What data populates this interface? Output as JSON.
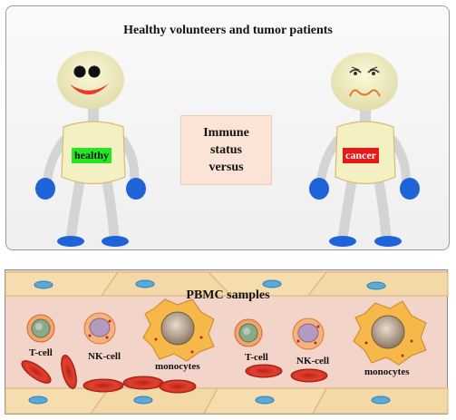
{
  "top": {
    "title": "Healthy volunteers and tumor patients",
    "center_lines": [
      "Immune",
      "status",
      "versus"
    ],
    "healthy_label": "healthy",
    "cancer_label": "cancer"
  },
  "bottom": {
    "title": "PBMC samples",
    "cells": [
      {
        "label": "T-cell"
      },
      {
        "label": "NK-cell"
      },
      {
        "label": "monocytes"
      },
      {
        "label": "T-cell"
      },
      {
        "label": "NK-cell"
      },
      {
        "label": "monocytes"
      }
    ]
  },
  "colors": {
    "healthy": "#22e822",
    "cancer": "#e81818",
    "hands_feet": "#1f63d8",
    "body": "#f4f0c2",
    "vessel": "#f2d4c8"
  }
}
